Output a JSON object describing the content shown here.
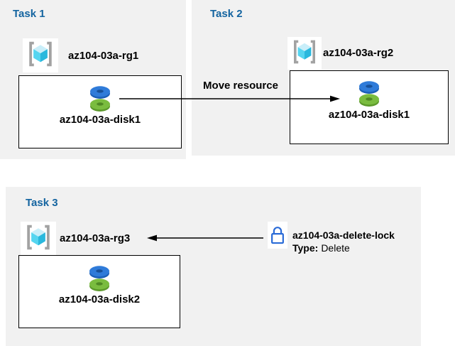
{
  "tasks": [
    {
      "title": "Task 1",
      "resource_group": "az104-03a-rg1",
      "disk": "az104-03a-disk1"
    },
    {
      "title": "Task 2",
      "resource_group": "az104-03a-rg2",
      "disk": "az104-03a-disk1"
    },
    {
      "title": "Task 3",
      "resource_group": "az104-03a-rg3",
      "disk": "az104-03a-disk2"
    }
  ],
  "move_arrow": {
    "label": "Move resource"
  },
  "lock": {
    "name": "az104-03a-delete-lock",
    "type_label": "Type:",
    "type_value": "Delete"
  },
  "icons": {
    "resource_group": "resource-group-icon",
    "disk": "managed-disk-icon",
    "lock": "delete-lock-icon",
    "move_arrow": "arrow-right-icon",
    "lock_arrow": "arrow-left-icon"
  },
  "colors": {
    "panel_background": "#f1f1f1",
    "task_title": "#1464a0",
    "disk_blue": "#2f7bd9",
    "disk_blue_dark": "#1d60b8",
    "disk_green": "#7abc3f",
    "disk_green_dark": "#5d9a2c",
    "cube_cyan_light": "#c9eef9",
    "cube_cyan": "#55d5f0",
    "cube_cyan_dark": "#29b8dd",
    "bracket_gray": "#a2a2a2",
    "lock_blue": "#2a6bd7",
    "arrow_black": "#000000"
  }
}
